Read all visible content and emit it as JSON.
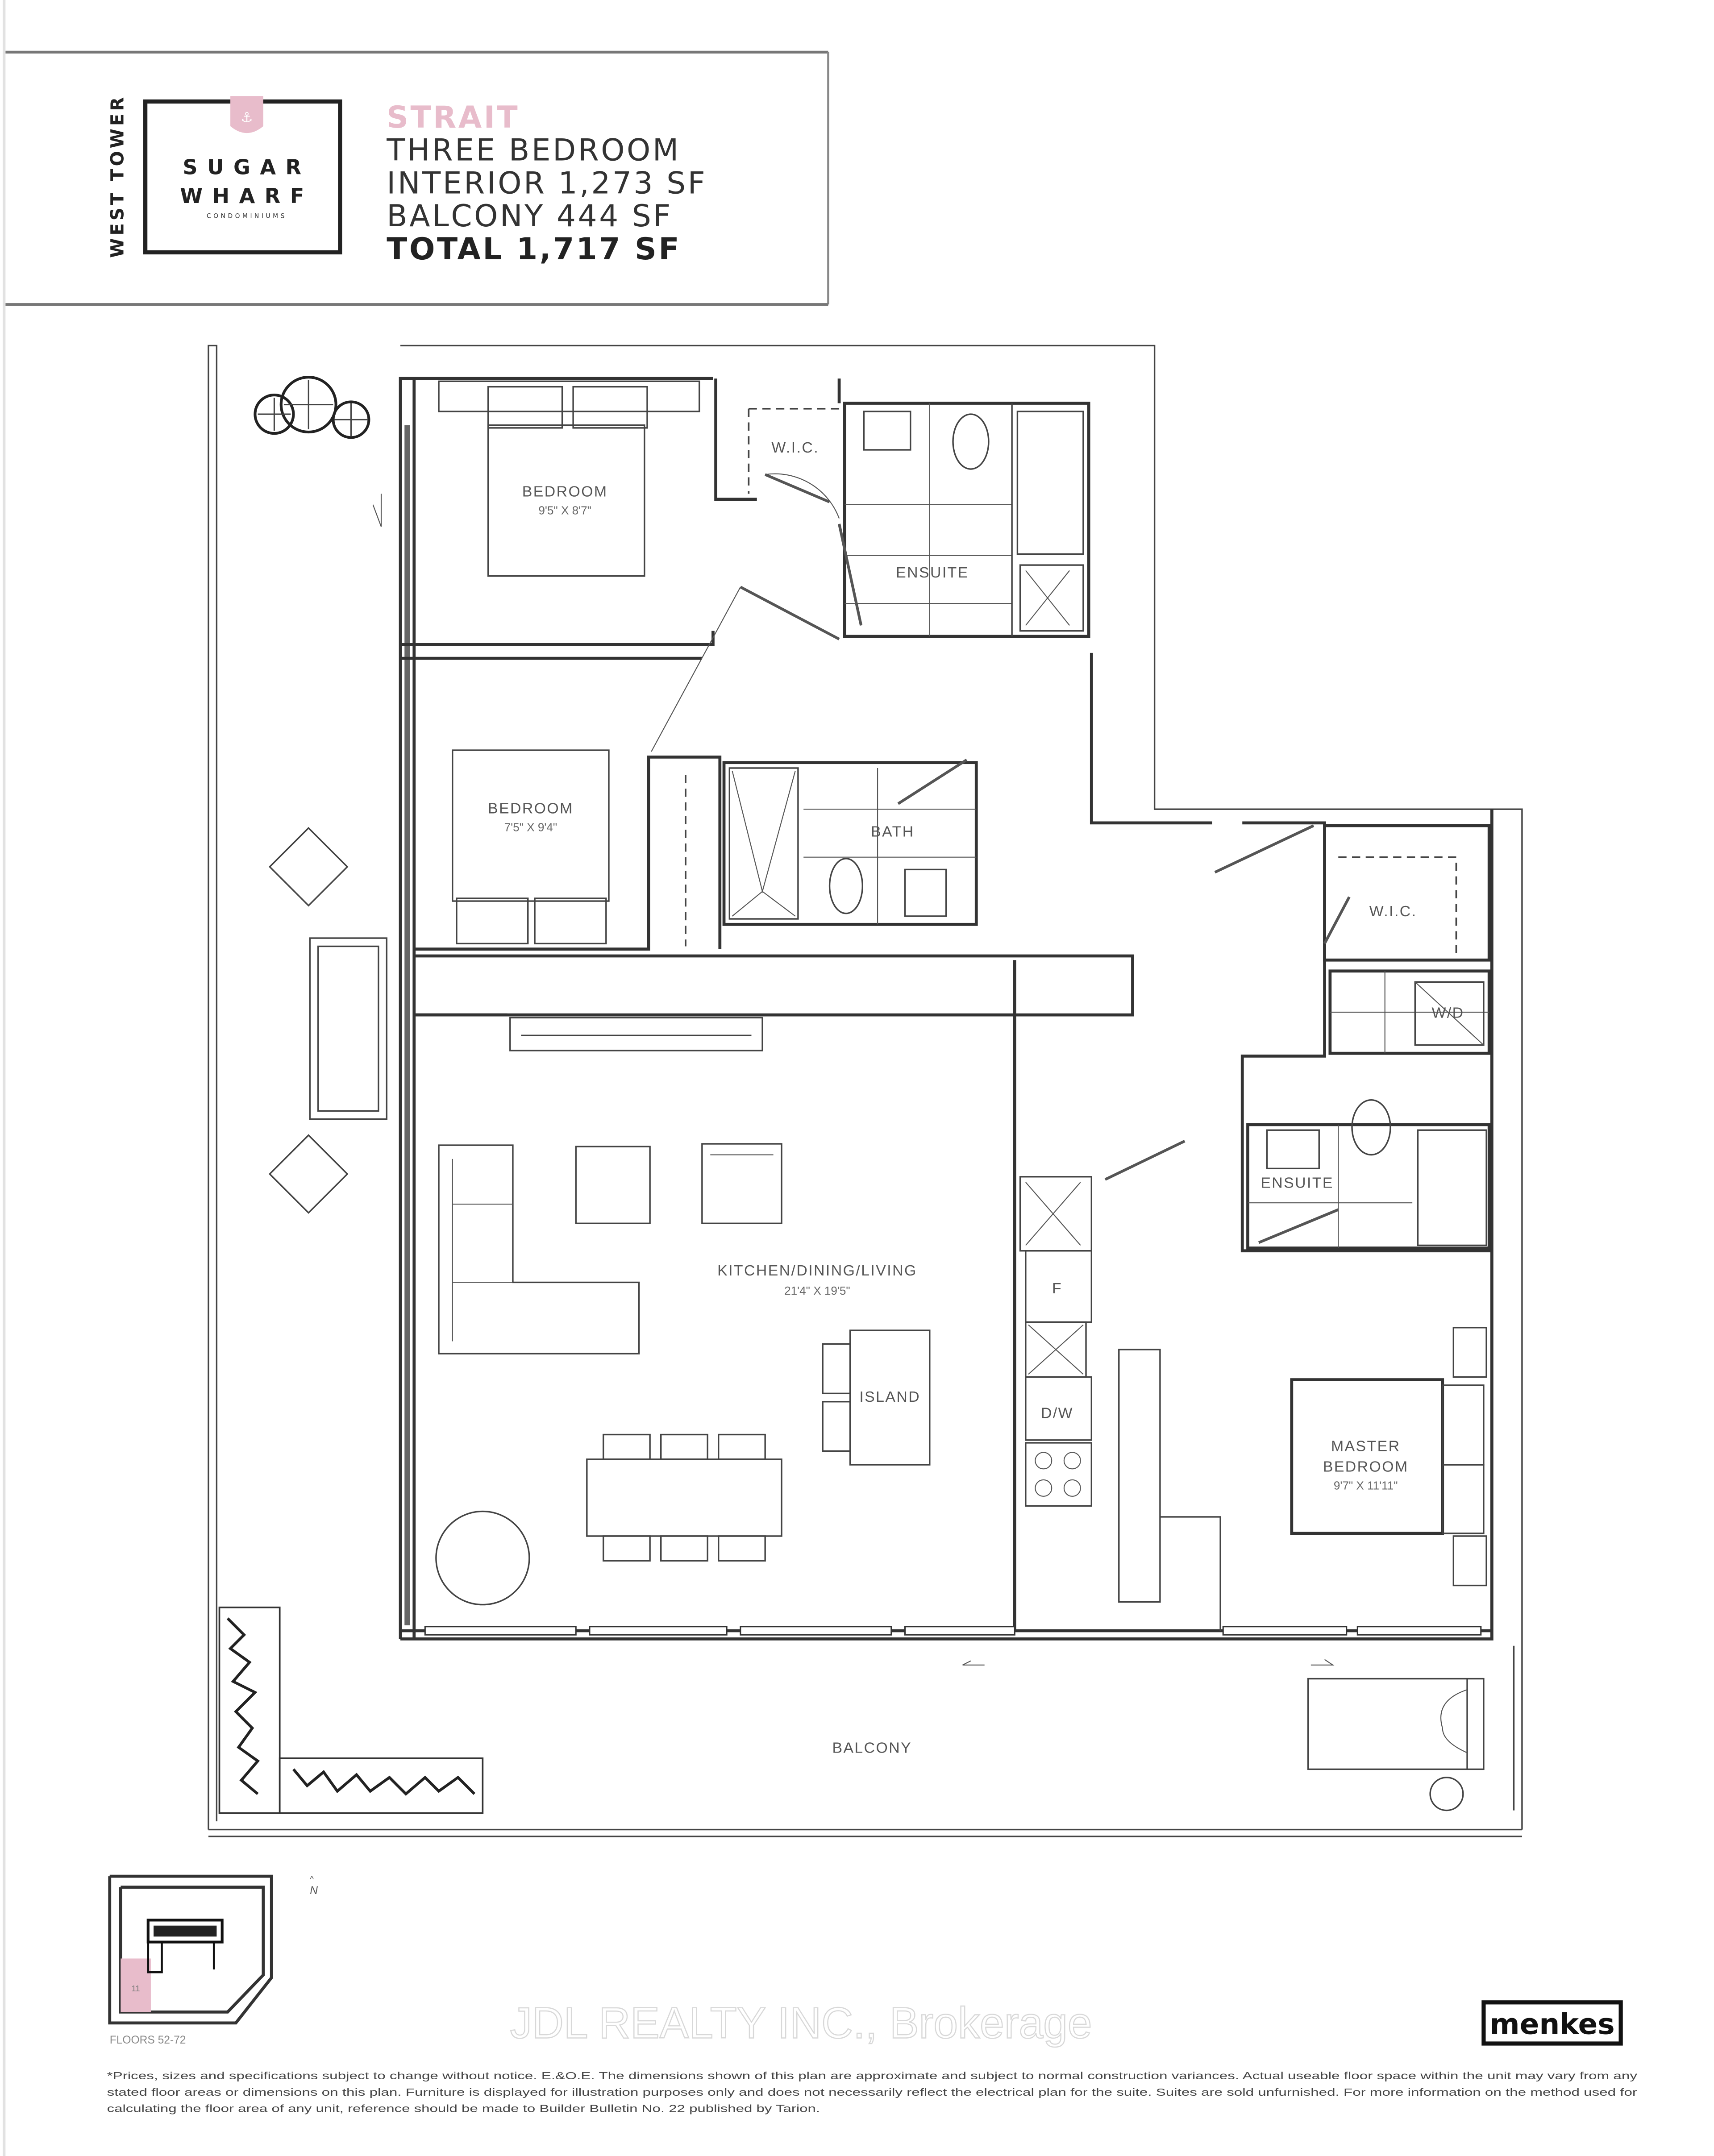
{
  "header": {
    "tower": "WEST TOWER",
    "logo": {
      "line1": "SUGAR",
      "line2": "WHARF",
      "line3": "CONDOMINIUMS",
      "emblem": "anchor-icon",
      "emblem_color": "#e8bccb"
    },
    "suite_name": "STRAIT",
    "suite_type": "THREE BEDROOM",
    "interior": "INTERIOR 1,273 SF",
    "balcony": "BALCONY 444 SF",
    "total": "TOTAL 1,717 SF"
  },
  "rooms": {
    "bedroom_1": {
      "label": "BEDROOM",
      "dim": "9'5\" X 8'7\""
    },
    "wic_1": {
      "label": "W.I.C."
    },
    "ensuite_1": {
      "label": "ENSUITE"
    },
    "bedroom_2": {
      "label": "BEDROOM",
      "dim": "7'5\" X 9'4\""
    },
    "bath": {
      "label": "BATH"
    },
    "wic_2": {
      "label": "W.I.C."
    },
    "wd": {
      "label": "W/D"
    },
    "ensuite_2": {
      "label": "ENSUITE"
    },
    "kdl": {
      "label": "KITCHEN/DINING/LIVING",
      "dim": "21'4\" X 19'5\""
    },
    "fridge": {
      "label": "F"
    },
    "dishwasher": {
      "label": "D/W"
    },
    "island": {
      "label": "ISLAND"
    },
    "master": {
      "label1": "MASTER",
      "label2": "BEDROOM",
      "dim": "9'7\" X 11'11\""
    },
    "balcony": {
      "label": "BALCONY"
    }
  },
  "keyplan": {
    "floors": "FLOORS 52-72",
    "unit_number": "11",
    "highlight_color": "#e8bccb",
    "north": "N"
  },
  "watermark": "JDL REALTY INC., Brokerage",
  "brand": "menkes",
  "disclaimer": [
    "*Prices, sizes and specifications subject to change without notice. E.&O.E. The dimensions shown of this plan are approximate and subject to normal construction variances. Actual useable floor space within the unit may vary from any",
    "stated floor areas or dimensions on this plan. Furniture is displayed for illustration purposes only and does not necessarily reflect the electrical plan for the suite. Suites are sold unfurnished. For more information on the method used for",
    "calculating the floor area of any unit, reference should be made to Builder Bulletin No. 22 published by Tarion."
  ]
}
